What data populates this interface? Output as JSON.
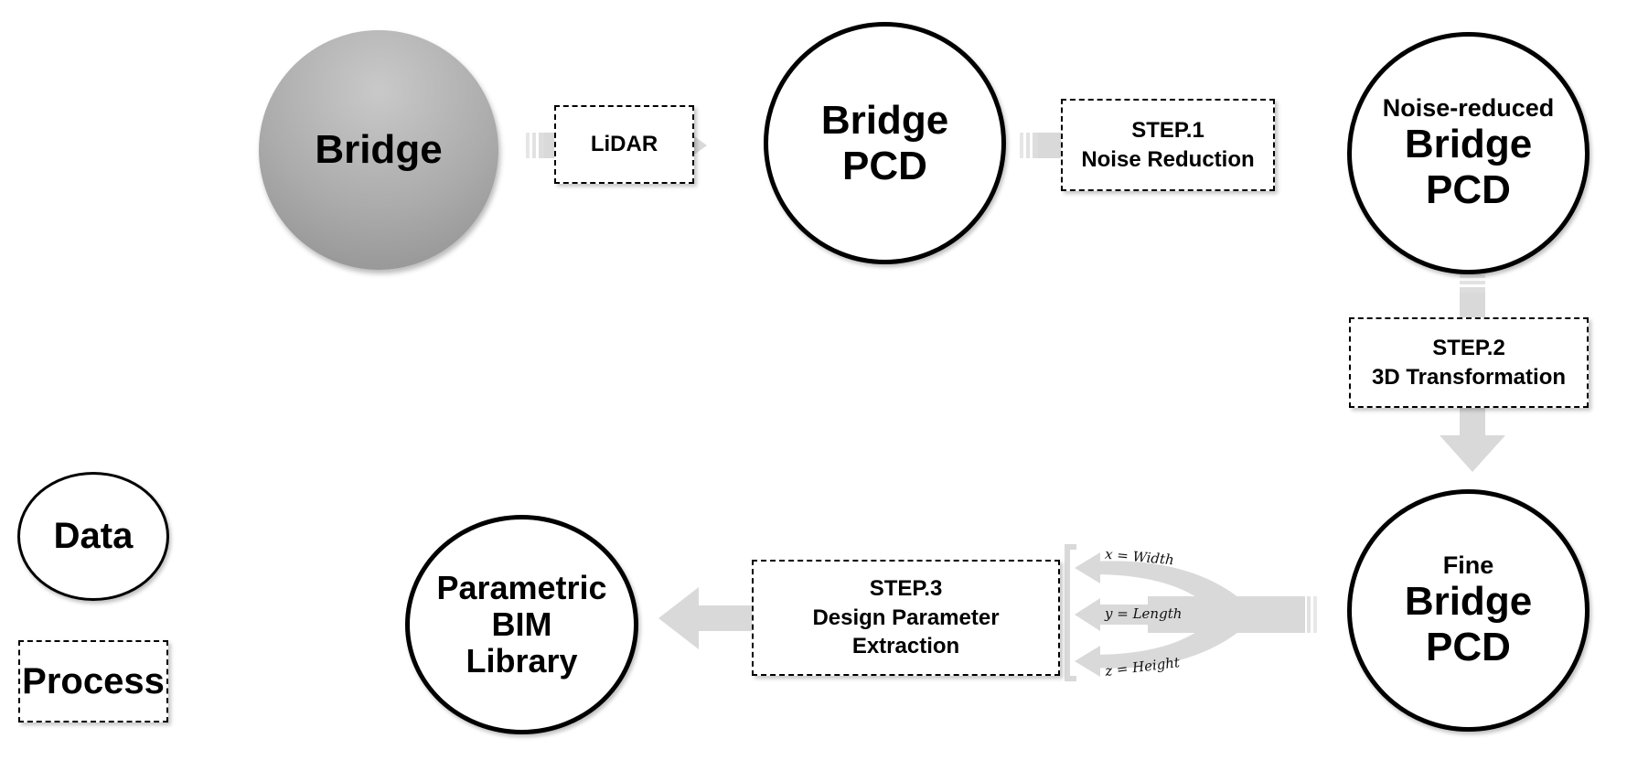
{
  "data_nodes": {
    "bridge": "Bridge",
    "bridge_pcd": [
      "Bridge",
      "PCD"
    ],
    "noise_reduced_pcd": {
      "caption": "Noise-reduced",
      "lines": [
        "Bridge",
        "PCD"
      ]
    },
    "fine_pcd": {
      "caption": "Fine",
      "lines": [
        "Bridge",
        "PCD"
      ]
    },
    "bim_library": [
      "Parametric",
      "BIM",
      "Library"
    ]
  },
  "process_nodes": {
    "lidar": "LiDAR",
    "step1": [
      "STEP.1",
      "Noise Reduction"
    ],
    "step2": [
      "STEP.2",
      "3D Transformation"
    ],
    "step3": [
      "STEP.3",
      "Design Parameter",
      "Extraction"
    ]
  },
  "parameters": [
    {
      "var": "x",
      "label": "Width"
    },
    {
      "var": "y",
      "label": "Length"
    },
    {
      "var": "z",
      "label": "Height"
    }
  ],
  "legend": {
    "data": "Data",
    "process": "Process"
  },
  "colors": {
    "arrow_fill": "#d9d9d9",
    "node_border": "#000000",
    "source_fill": "#a9a9a9"
  }
}
